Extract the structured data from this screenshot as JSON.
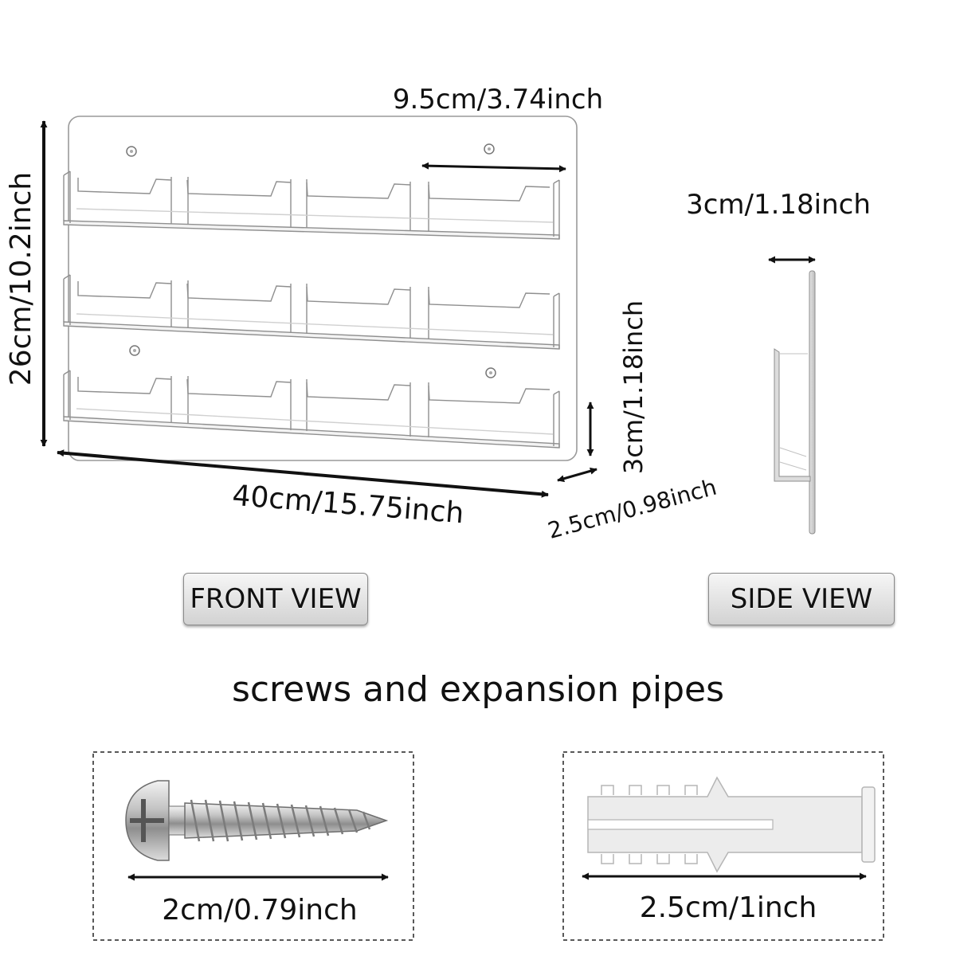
{
  "front_view": {
    "height_label": "26cm/10.2inch",
    "width_label": "40cm/15.75inch",
    "pocket_width_label": "9.5cm/3.74inch",
    "pocket_height_label": "3cm/1.18inch",
    "depth_label": "2.5cm/0.98inch"
  },
  "side_view": {
    "depth_label": "3cm/1.18inch"
  },
  "labels": {
    "front": "FRONT VIEW",
    "side": "SIDE VIEW"
  },
  "accessories": {
    "heading": "screws and expansion pipes",
    "screw_label": "2cm/0.79inch",
    "pipe_label": "2.5cm/1inch"
  }
}
